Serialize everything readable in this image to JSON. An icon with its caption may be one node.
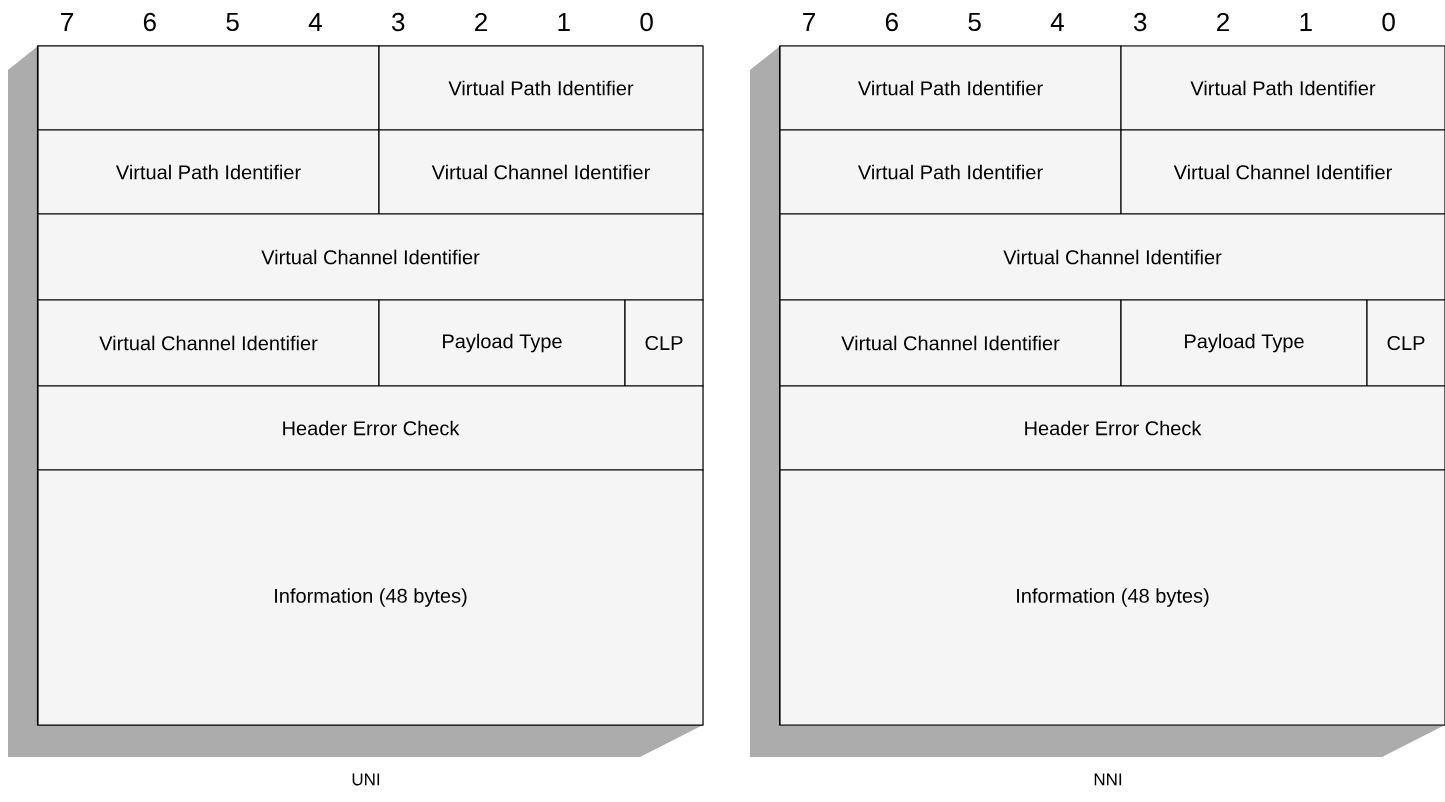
{
  "diagram": {
    "nodes": [
      {
        "text": [
          "UNI"
        ]
      },
      {
        "text": [],
        "shape": "box",
        "in": 0
      },
      {
        "text": [
          "Virtual Path Identifier"
        ],
        "in": 0
      },
      {
        "text": [
          "Virtual Path Identifier"
        ],
        "in": 0
      },
      {
        "text": [
          "Virtual Channel Identifier"
        ],
        "in": 0
      },
      {
        "text": [
          "Virtual Channel Identifier"
        ],
        "in": 0
      },
      {
        "text": [
          "Virtual Channel Identifier"
        ],
        "in": 0
      },
      {
        "text": [
          "Payload Type"
        ],
        "in": 0
      },
      {
        "text": [
          "CLP"
        ],
        "in": 0
      },
      {
        "text": [
          "Header Error Check"
        ],
        "in": 0
      },
      {
        "text": [
          "Information (48 bytes)"
        ],
        "in": 0
      },
      {
        "text": [
          "NNI"
        ]
      },
      {
        "text": [
          "Virtual Path Identifier"
        ],
        "in": 11
      },
      {
        "text": [
          "Virtual Path Identifier"
        ],
        "in": 11
      },
      {
        "text": [
          "Virtual Path Identifier"
        ],
        "in": 11
      },
      {
        "text": [
          "Virtual Channel Identifier"
        ],
        "in": 11
      },
      {
        "text": [
          "Virtual Channel Identifier"
        ],
        "in": 11
      },
      {
        "text": [
          "Virtual Channel Identifier"
        ],
        "in": 11
      },
      {
        "text": [
          "Payload Type"
        ],
        "in": 11
      },
      {
        "text": [
          "CLP"
        ],
        "in": 11
      },
      {
        "text": [
          "Header Error Check"
        ],
        "in": 11
      },
      {
        "text": [
          "Information (48 bytes)"
        ],
        "in": 11
      }
    ],
    "labels": [
      "7",
      "6",
      "5",
      "4",
      "3",
      "2",
      "1",
      "0",
      "7",
      "6",
      "5",
      "4",
      "3",
      "2",
      "1",
      "0"
    ]
  }
}
